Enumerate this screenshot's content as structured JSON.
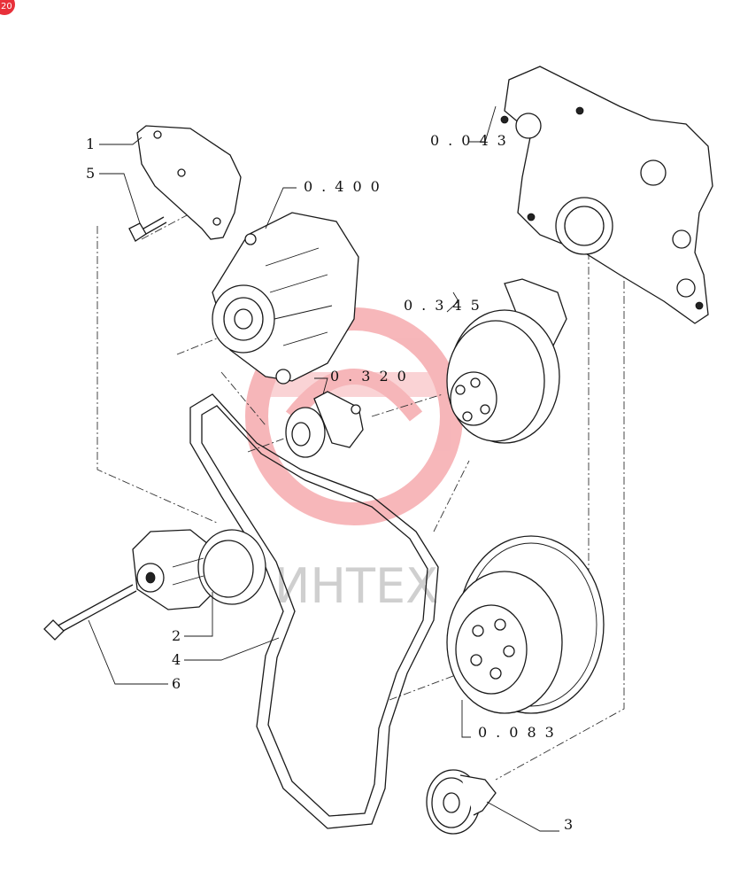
{
  "corner_badge": "20",
  "watermark": {
    "text": "ИНТЕХ",
    "color": "#e8303a"
  },
  "labels": {
    "item_1": "1",
    "item_5": "5",
    "item_2": "2",
    "item_4": "4",
    "item_6": "6",
    "item_3": "3",
    "ref_timing_cover": "0.043",
    "ref_alternator": "0.400",
    "ref_water_pump": "0.345",
    "ref_idler": "0.320",
    "ref_crank_pulley": "0.083"
  },
  "colors": {
    "line": "#1a1a1a",
    "badge": "#e8303a"
  }
}
